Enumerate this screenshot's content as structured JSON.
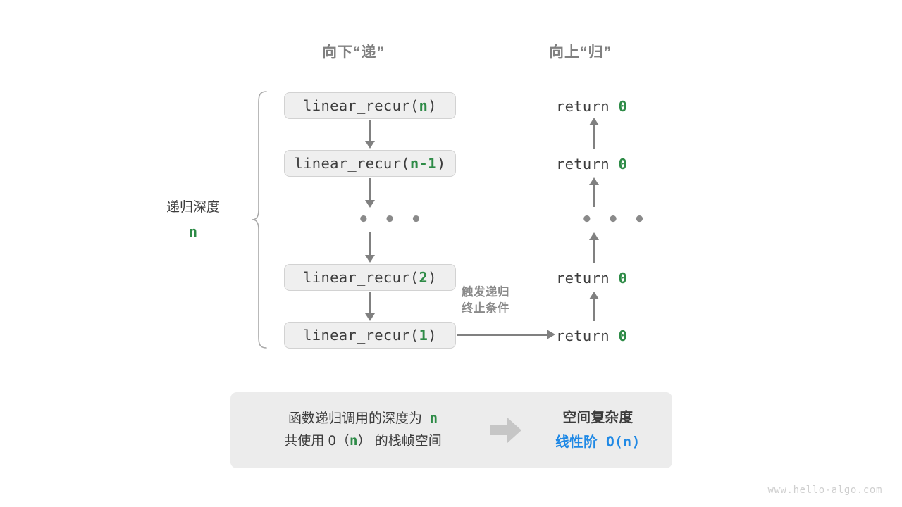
{
  "headers": {
    "down": "向下“递”",
    "up": "向上“归”"
  },
  "depth": {
    "label": "递归深度",
    "value": "n"
  },
  "call_stack": [
    {
      "prefix": "linear_recur(",
      "arg": "n",
      "suffix": ")"
    },
    {
      "prefix": "linear_recur(",
      "arg": "n-1",
      "suffix": ")"
    },
    {
      "prefix": "linear_recur(",
      "arg": "2",
      "suffix": ")"
    },
    {
      "prefix": "linear_recur(",
      "arg": "1",
      "suffix": ")"
    }
  ],
  "ellipsis": "• • •",
  "returns": [
    {
      "keyword": "return",
      "value": "0"
    },
    {
      "keyword": "return",
      "value": "0"
    },
    {
      "keyword": "return",
      "value": "0"
    },
    {
      "keyword": "return",
      "value": "0"
    }
  ],
  "trigger_note": {
    "line1": "触发递归",
    "line2": "终止条件"
  },
  "summary": {
    "left_line1_text": "函数递归调用的深度为",
    "left_line1_var": "n",
    "left_line2_pre": "共使用",
    "left_line2_o": "O（",
    "left_line2_var": "n",
    "left_line2_close": "）",
    "left_line2_post": "的栈帧空间",
    "right_title": "空间复杂度",
    "right_result_zh": "线性阶",
    "right_result_big_o": "O(n)"
  },
  "watermark": "www.hello-algo.com",
  "colors": {
    "green": "#2e8b47",
    "blue": "#1e88e5",
    "gray_arrow": "#808080",
    "box_fill": "#efefef",
    "panel_fill": "#ececec",
    "text": "#3c3c3c",
    "muted": "#8a8a8a"
  }
}
